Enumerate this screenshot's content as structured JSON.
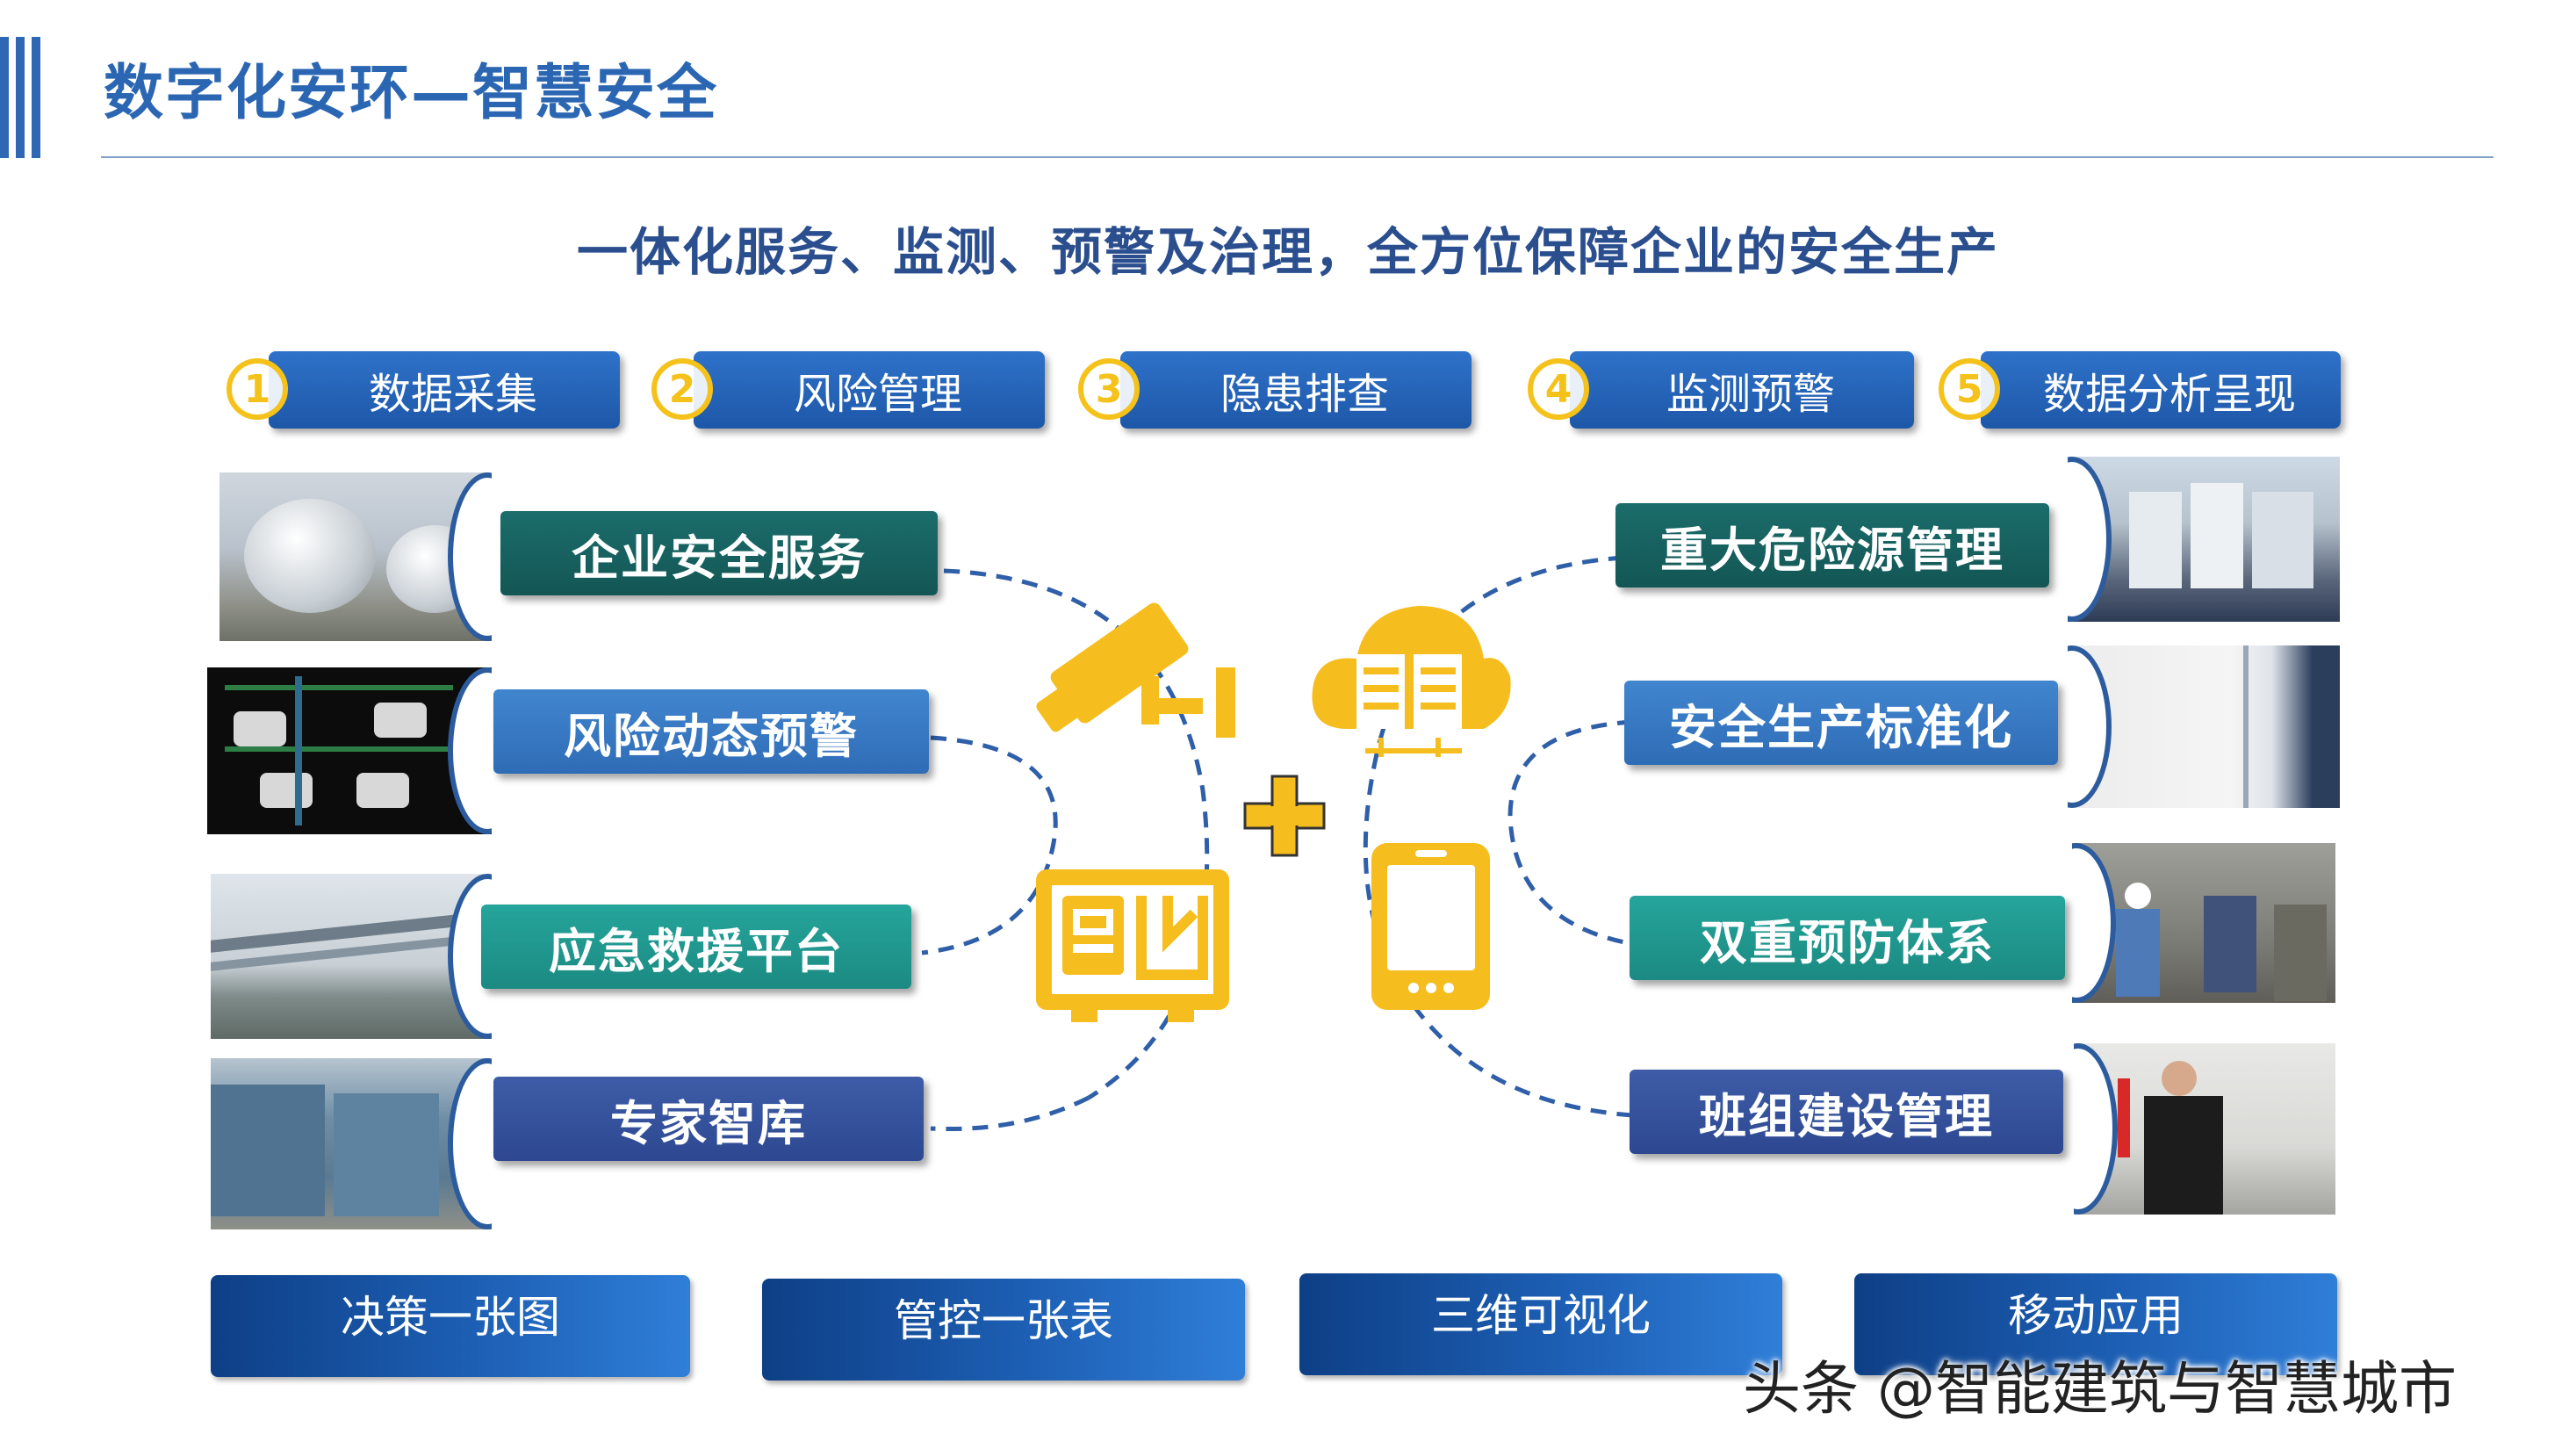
{
  "header": {
    "title": "数字化安环—智慧安全",
    "subtitle": "一体化服务、监测、预警及治理，全方位保障企业的安全生产"
  },
  "steps": [
    {
      "num": "1",
      "label": "数据采集"
    },
    {
      "num": "2",
      "label": "风险管理"
    },
    {
      "num": "3",
      "label": "隐患排查"
    },
    {
      "num": "4",
      "label": "监测预警"
    },
    {
      "num": "5",
      "label": "数据分析呈现"
    }
  ],
  "left_services": [
    {
      "label": "企业安全服务"
    },
    {
      "label": "风险动态预警"
    },
    {
      "label": "应急救援平台"
    },
    {
      "label": "专家智库"
    }
  ],
  "right_services": [
    {
      "label": "重大危险源管理"
    },
    {
      "label": "安全生产标准化"
    },
    {
      "label": "双重预防体系"
    },
    {
      "label": "班组建设管理"
    }
  ],
  "center_icons": {
    "left_top": "cctv-camera-icon",
    "left_bottom": "monitor-device-icon",
    "right_top": "cloud-server-icon",
    "right_bottom": "smartphone-icon",
    "middle": "plus-icon"
  },
  "bottom_buttons": [
    {
      "label": "决策一张图"
    },
    {
      "label": "管控一张表"
    },
    {
      "label": "三维可视化"
    },
    {
      "label": "移动应用"
    }
  ],
  "watermark": "头条 @智能建筑与智慧城市",
  "colors": {
    "title_blue": "#2b66b3",
    "accent_yellow": "#f5c21b",
    "teal_dark": "#1b6d6b",
    "teal": "#25a59b",
    "blue": "#2f6cb6",
    "navy": "#2d4891",
    "dash_line": "#2f5fa8"
  }
}
